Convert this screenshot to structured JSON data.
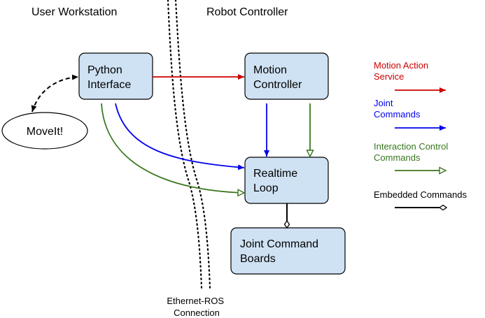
{
  "headers": {
    "left": "User Workstation",
    "right": "Robot Controller"
  },
  "nodes": {
    "python_interface": [
      "Python",
      "Interface"
    ],
    "motion_controller": [
      "Motion",
      "Controller"
    ],
    "realtime_loop": [
      "Realtime",
      "Loop"
    ],
    "joint_command_boards": [
      "Joint Command",
      "Boards"
    ],
    "moveit": "MoveIt!"
  },
  "network": {
    "label": [
      "Ethernet-ROS",
      "Connection"
    ]
  },
  "legend": {
    "motion_action": {
      "label": [
        "Motion Action",
        "Service"
      ],
      "color": "#cc0000"
    },
    "joint_commands": {
      "label": [
        "Joint",
        "Commands"
      ],
      "color": "#0000ee"
    },
    "interaction_control": {
      "label": [
        "Interaction Control",
        "Commands"
      ],
      "color": "#38761d"
    },
    "embedded_commands": {
      "label": [
        "Embedded Commands"
      ],
      "color": "#000000"
    }
  },
  "colors": {
    "node_fill": "#cfe2f3",
    "node_stroke": "#000000"
  }
}
